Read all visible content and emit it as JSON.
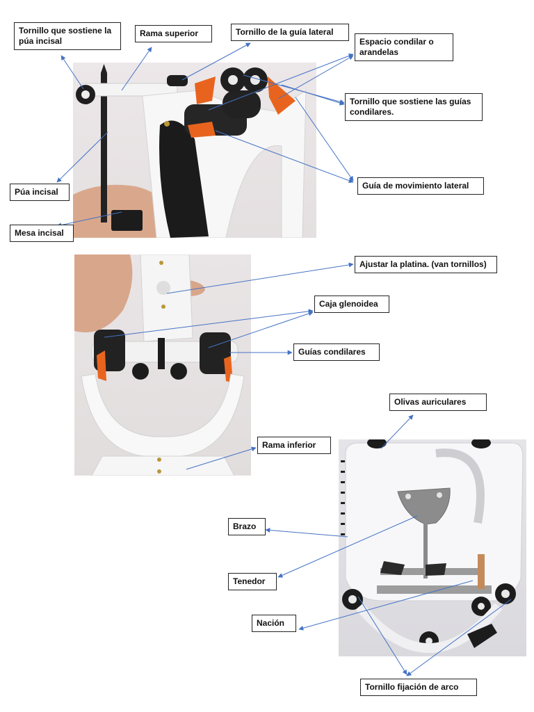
{
  "labels": {
    "tornillo_pua_incisal": "Tornillo que sostiene la púa incisal",
    "rama_superior": "Rama superior",
    "tornillo_guia_lateral": "Tornillo de la guía lateral",
    "espacio_condilar": "Espacio condilar o arandelas",
    "tornillo_guias_condilares": "Tornillo que sostiene las guías condilares.",
    "pua_incisal": "Púa incisal",
    "guia_movimiento_lateral": "Guía de movimiento lateral",
    "mesa_incisal": "Mesa incisal",
    "ajustar_platina": "Ajustar la platina. (van tornillos)",
    "caja_glenoidea": "Caja glenoidea",
    "guias_condilares": "Guías condilares",
    "rama_inferior": "Rama inferior",
    "olivas_auriculares": "Olivas auriculares",
    "brazo": "Brazo",
    "tenedor": "Tenedor",
    "nacion": "Nación",
    "tornillo_fijacion_arco": "Tornillo fijación de arco"
  },
  "colors": {
    "leader_line": "#4472c4",
    "label_border": "#222222",
    "accent_orange": "#e8641e"
  }
}
